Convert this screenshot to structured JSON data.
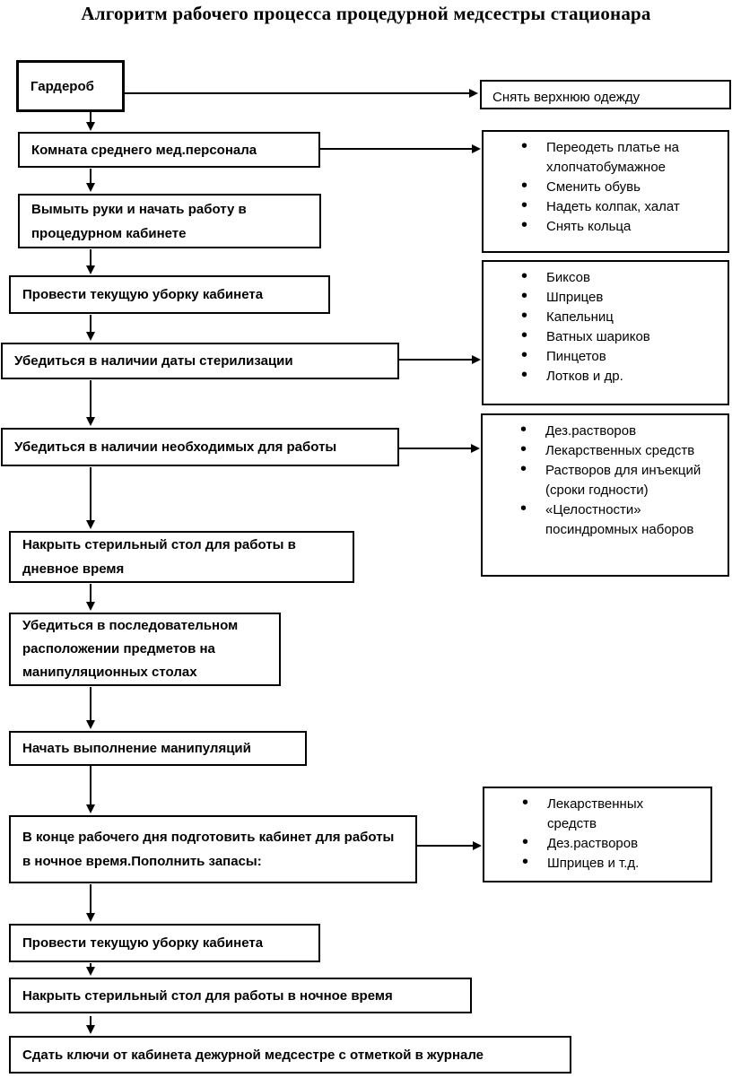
{
  "title": "Алгоритм рабочего процесса процедурной медсестры стационара",
  "colors": {
    "ink": "#000000",
    "background": "#ffffff"
  },
  "flow": {
    "steps": [
      {
        "label": "Гардероб"
      },
      {
        "label": "Комната среднего мед.персонала"
      },
      {
        "label": "Вымыть руки и начать работу в\nпроцедурном кабинете"
      },
      {
        "label": "Провести текущую уборку кабинета"
      },
      {
        "label": "Убедиться в наличии даты стерилизации"
      },
      {
        "label": "Убедиться в наличии необходимых для работы"
      },
      {
        "label": "Накрыть стерильный стол для работы в\nдневное время"
      },
      {
        "label": "Убедиться в последовательном\nрасположении предметов на\nманипуляционных столах"
      },
      {
        "label": "Начать выполнение манипуляций"
      },
      {
        "label": "В конце рабочего дня подготовить кабинет для работы\nв ночное время.Пополнить запасы:"
      },
      {
        "label": "Провести текущую уборку кабинета"
      },
      {
        "label": "Накрыть стерильный стол для работы в ночное время"
      },
      {
        "label": "Сдать ключи от кабинета дежурной медсестре с отметкой в журнале"
      }
    ]
  },
  "notes": {
    "remove_outerwear": {
      "text": "Снять верхнюю одежду",
      "attached_to_step": 0
    },
    "change_clothes": {
      "attached_to_step": 1,
      "items": [
        "Переодеть платье на\nхлопчатобумажное",
        "Сменить обувь",
        "Надеть колпак, халат",
        "Снять кольца"
      ]
    },
    "sterilization_items": {
      "attached_to_step": 4,
      "items": [
        "Биксов",
        "Шприцев",
        "Капельниц",
        "Ватных шариков",
        "Пинцетов",
        "Лотков и др."
      ]
    },
    "work_supplies": {
      "attached_to_step": 5,
      "items": [
        "Дез.растворов",
        "Лекарственных средств",
        "Растворов для инъекций\n(сроки годности)",
        "«Целостности»\nпосиндромных наборов"
      ]
    },
    "restock_supplies": {
      "attached_to_step": 9,
      "items": [
        "Лекарственных\nсредств",
        "Дез.растворов",
        "Шприцев и т.д."
      ]
    }
  }
}
